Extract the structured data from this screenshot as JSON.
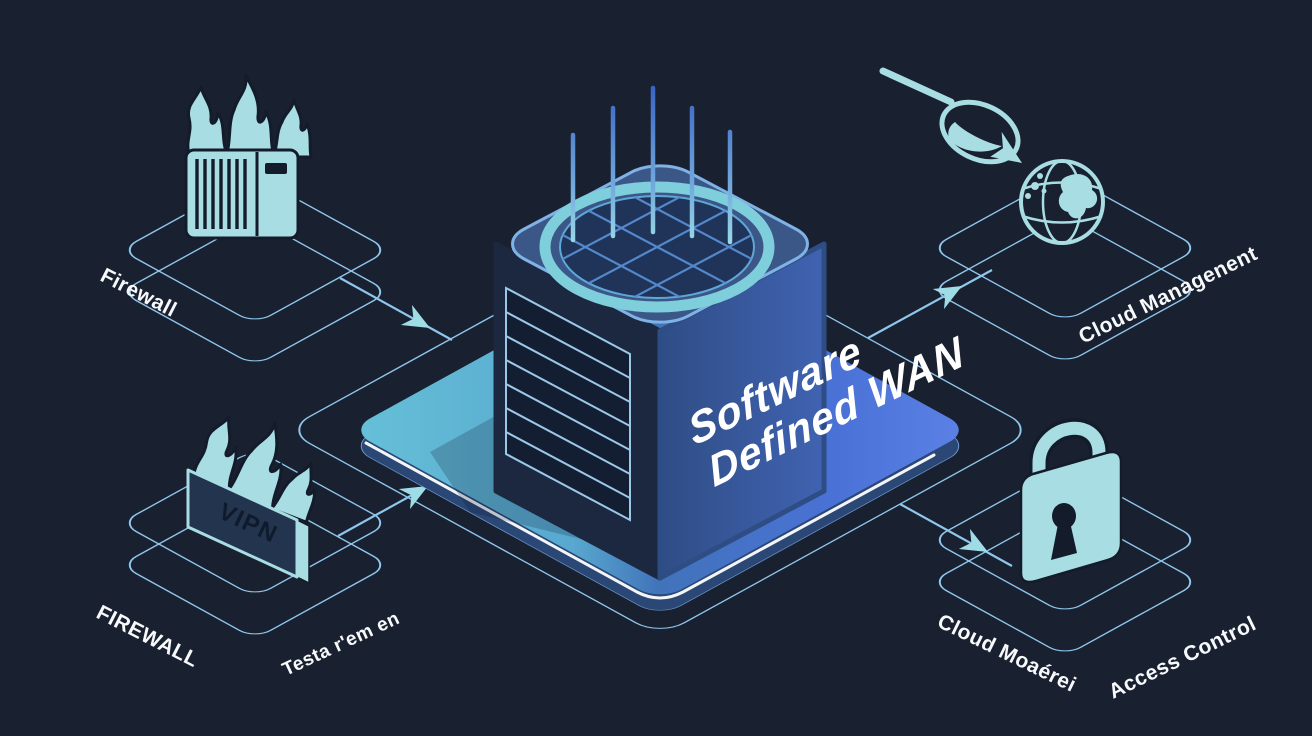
{
  "diagram": {
    "title": "Software Defined WAN",
    "center": {
      "line1": "Software",
      "line2": "Defined WAN",
      "icon": "sdwan-cube-antennas-icon"
    },
    "nodes": {
      "firewall_top": {
        "label": "Firewall",
        "icon": "firewall-server-flames-icon"
      },
      "vpn_bottom": {
        "label": "FIREWALL",
        "sublabel": "Testa r'em en",
        "panel_text": "VIPN",
        "icon": "vpn-panel-flames-icon"
      },
      "cloud_top": {
        "label": "Cloud Managenent",
        "icon": "globe-magnifier-arrow-icon"
      },
      "access_bottom": {
        "label": "Access Control",
        "sublabel": "Cloud Moaérei",
        "icon": "padlock-icon"
      }
    },
    "colors": {
      "background": "#19202f",
      "line_blue": "#8fc6ec",
      "icon_cyan": "#a9dde4",
      "icon_outline": "#141c2c",
      "platform_teal": "#66c1d8",
      "platform_blue": "#4a6fd4",
      "platform_bright": "#5c82e8",
      "cube_dark_face": "#1b2840",
      "cube_blue_face": "#3a5e9f",
      "mesh_blue": "#5488cc",
      "text_white": "#ffffff"
    }
  }
}
